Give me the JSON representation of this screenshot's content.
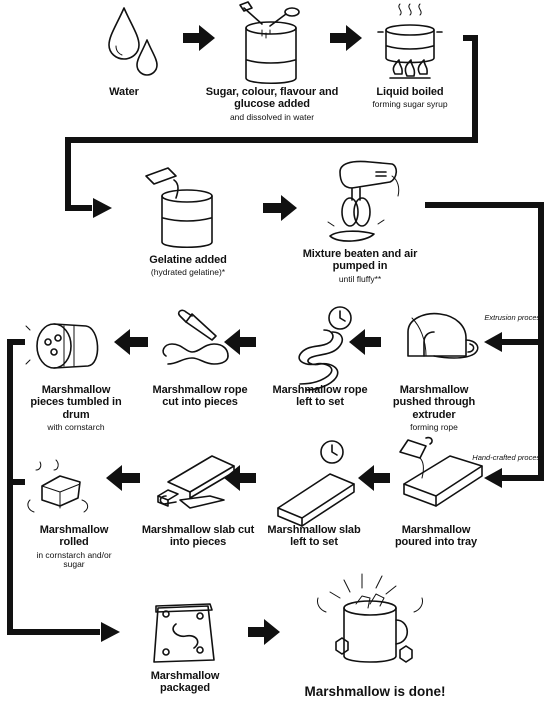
{
  "steps": {
    "water": {
      "title": "Water"
    },
    "sugar": {
      "title": "Sugar, colour, flavour and glucose added",
      "subtitle": "and dissolved in water"
    },
    "boiled": {
      "title": "Liquid boiled",
      "subtitle": "forming sugar syrup"
    },
    "gelatine": {
      "title": "Gelatine added",
      "subtitle": "(hydrated gelatine)*"
    },
    "beaten": {
      "title": "Mixture beaten and air pumped in",
      "subtitle": "until fluffy**"
    },
    "extruder": {
      "title": "Marshmallow pushed through extruder",
      "subtitle": "forming rope"
    },
    "rope_set": {
      "title": "Marshmallow rope left to set"
    },
    "rope_cut": {
      "title": "Marshmallow rope cut into pieces"
    },
    "tumbled": {
      "title": "Marshmallow pieces tumbled in drum",
      "subtitle": "with cornstarch"
    },
    "tray": {
      "title": "Marshmallow poured into tray"
    },
    "slab_set": {
      "title": "Marshmallow slab left to set"
    },
    "slab_cut": {
      "title": "Marshmallow slab cut into pieces"
    },
    "rolled": {
      "title": "Marshmallow rolled",
      "subtitle": "in cornstarch and/or sugar"
    },
    "packaged": {
      "title": "Marshmallow packaged"
    }
  },
  "branches": {
    "extrusion": "Extrusion process",
    "handcrafted": "Hand-crafted process"
  },
  "final": "Marshmallow is done!"
}
